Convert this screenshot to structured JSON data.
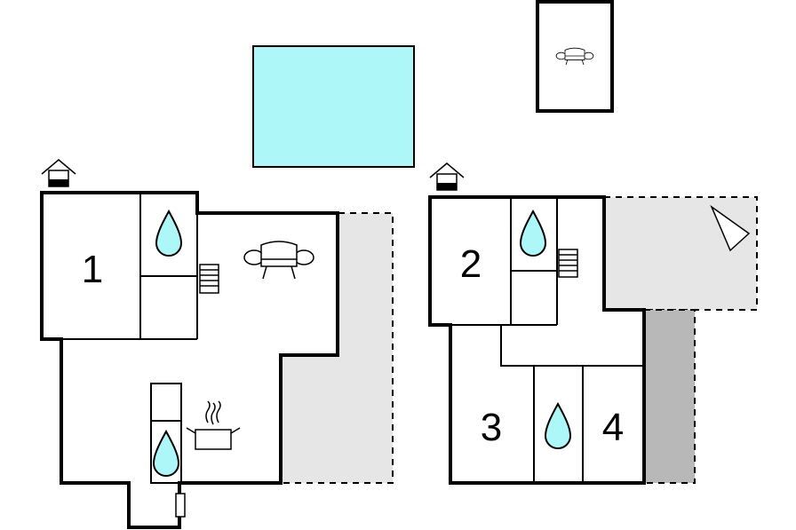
{
  "floorplan": {
    "colors": {
      "pool": "#adf7f9",
      "terrace": "#e6e6e6",
      "terrace_dark": "#b8b8b8",
      "water_drop": "#adf7f9",
      "walls": "#000000"
    },
    "rooms": [
      {
        "id": "room-1",
        "label": "1",
        "type": "bedroom"
      },
      {
        "id": "room-2",
        "label": "2",
        "type": "bedroom"
      },
      {
        "id": "room-3",
        "label": "3",
        "type": "bedroom"
      },
      {
        "id": "room-4",
        "label": "4",
        "type": "bedroom"
      }
    ],
    "icons": [
      "house-entrance-icon",
      "water-drop-icon",
      "sofa-icon",
      "stairs-icon",
      "cooking-pot-icon",
      "sun-lounger-icon"
    ]
  }
}
